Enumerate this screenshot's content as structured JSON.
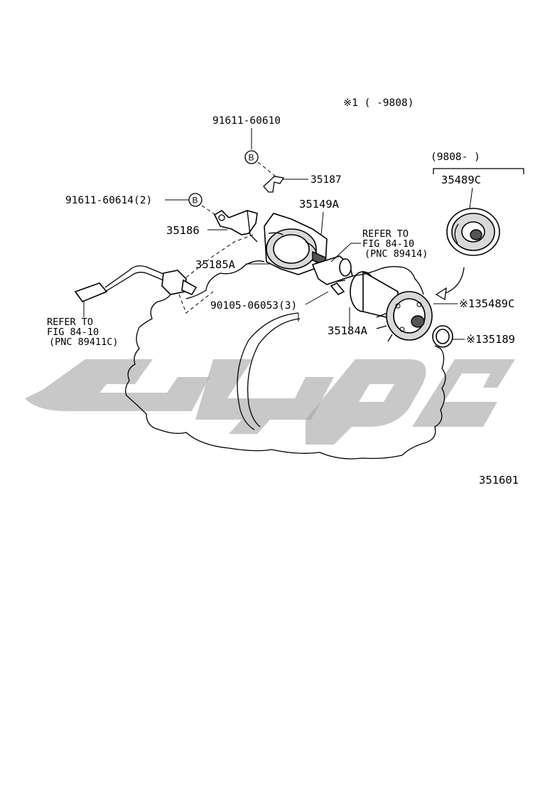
{
  "note_applicability": "※1 (     -9808)",
  "range_bracket": "(9808-     )",
  "figure_number": "351601",
  "callouts": [
    {
      "id": "91611-60610",
      "text": "91611-60610"
    },
    {
      "id": "35187",
      "text": "35187"
    },
    {
      "id": "91611-60614",
      "text": "91611-60614(2)"
    },
    {
      "id": "35149A",
      "text": "35149A"
    },
    {
      "id": "35186",
      "text": "35186"
    },
    {
      "id": "35185A",
      "text": "35185A"
    },
    {
      "id": "90105-06053",
      "text": "90105-06053(3)"
    },
    {
      "id": "35184A",
      "text": "35184A"
    },
    {
      "id": "35489C",
      "text": "35489C"
    },
    {
      "id": "135489C",
      "text": "※135489C"
    },
    {
      "id": "135189",
      "text": "※135189"
    }
  ],
  "ref_top": {
    "line1": "REFER TO",
    "line2": "FIG 84-10",
    "line3": "(PNC 89414)"
  },
  "ref_left": {
    "line1": "REFER TO",
    "line2": "FIG 84-10",
    "line3": "(PNC 89411C)"
  },
  "marker_b": "B"
}
